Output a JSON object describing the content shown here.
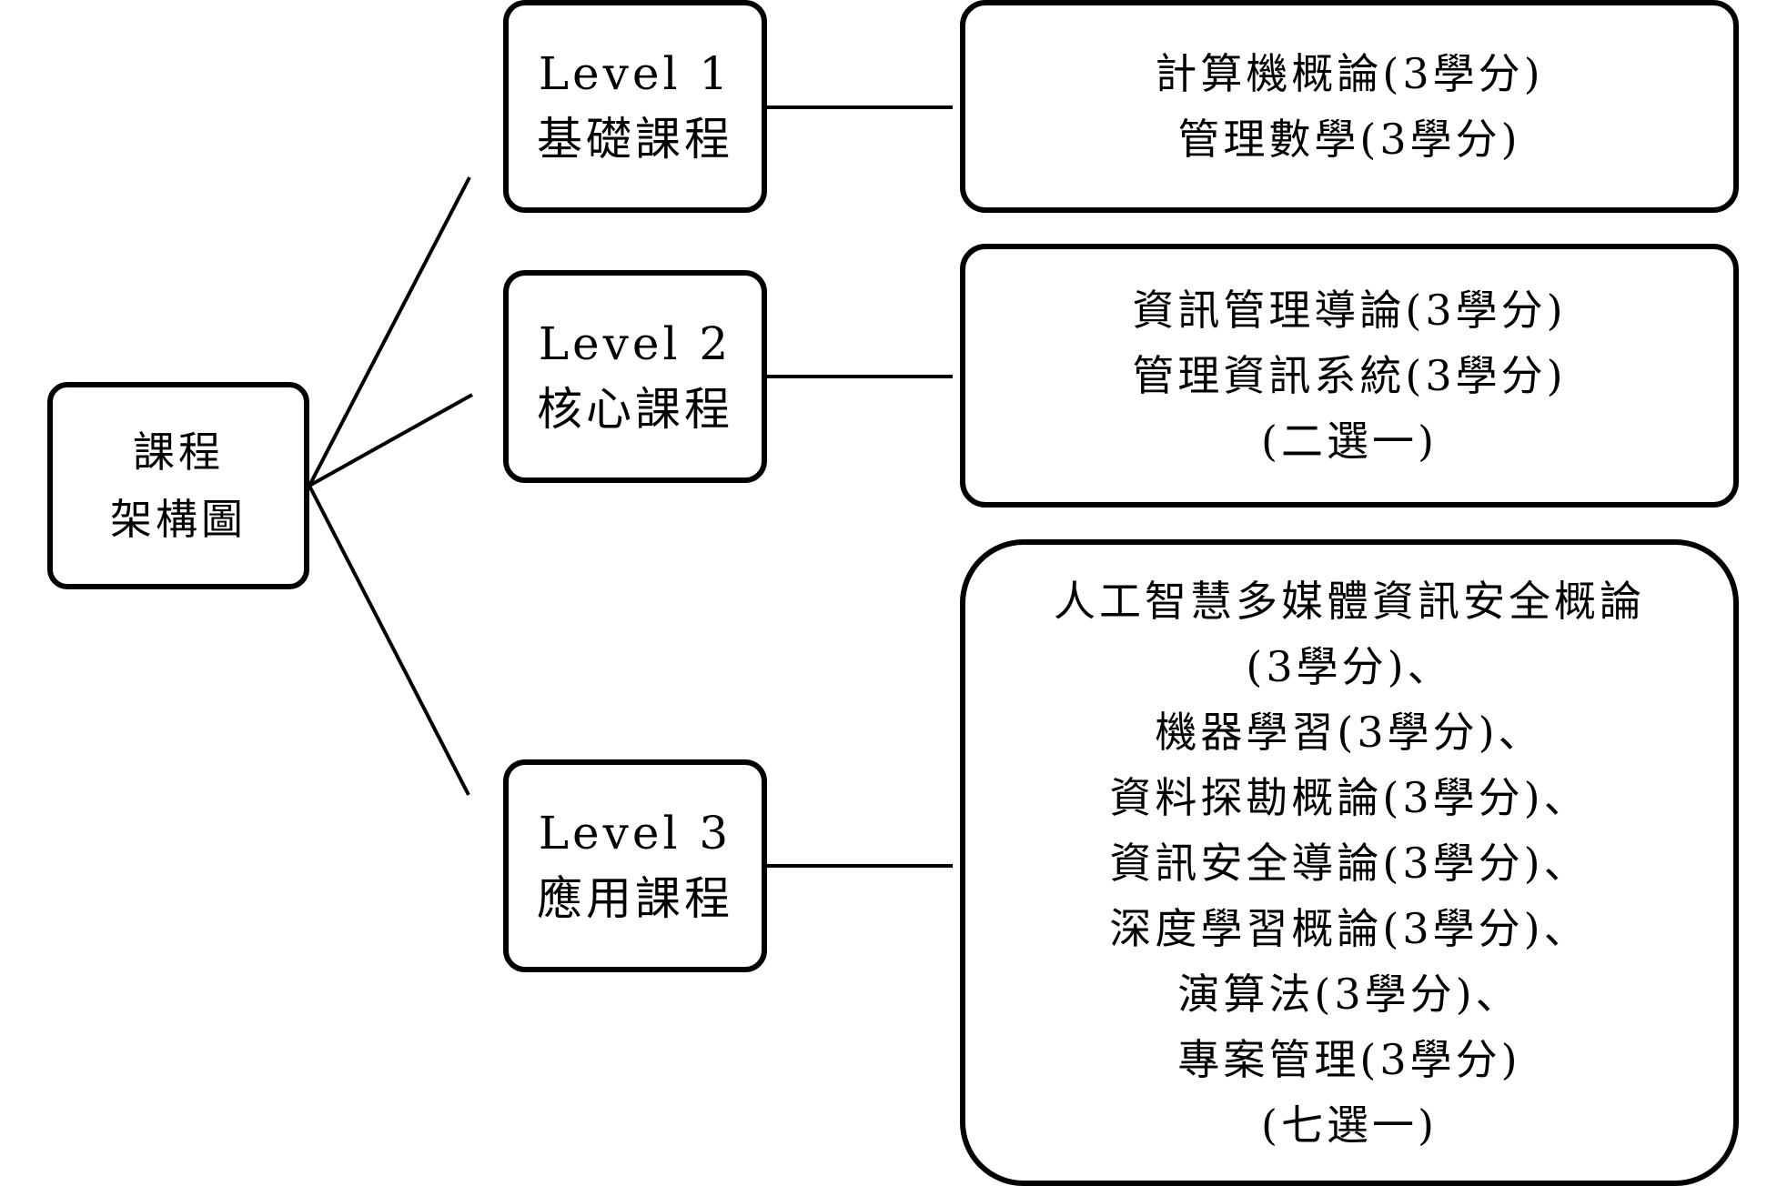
{
  "root": {
    "lines": [
      "課程",
      "架構圖"
    ]
  },
  "levels": [
    {
      "name": "Level 1",
      "subtitle": "基礎課程",
      "courses": [
        "計算機概論(3學分)",
        "管理數學(3學分)"
      ]
    },
    {
      "name": "Level 2",
      "subtitle": "核心課程",
      "courses": [
        "資訊管理導論(3學分)",
        "管理資訊系統(3學分)",
        "(二選一)"
      ]
    },
    {
      "name": "Level 3",
      "subtitle": "應用課程",
      "courses": [
        "人工智慧多媒體資訊安全概論",
        "(3學分)、",
        "機器學習(3學分)、",
        "資料探勘概論(3學分)、",
        "資訊安全導論(3學分)、",
        "深度學習概論(3學分)、",
        "演算法(3學分)、",
        "專案管理(3學分)",
        "(七選一)"
      ]
    }
  ]
}
